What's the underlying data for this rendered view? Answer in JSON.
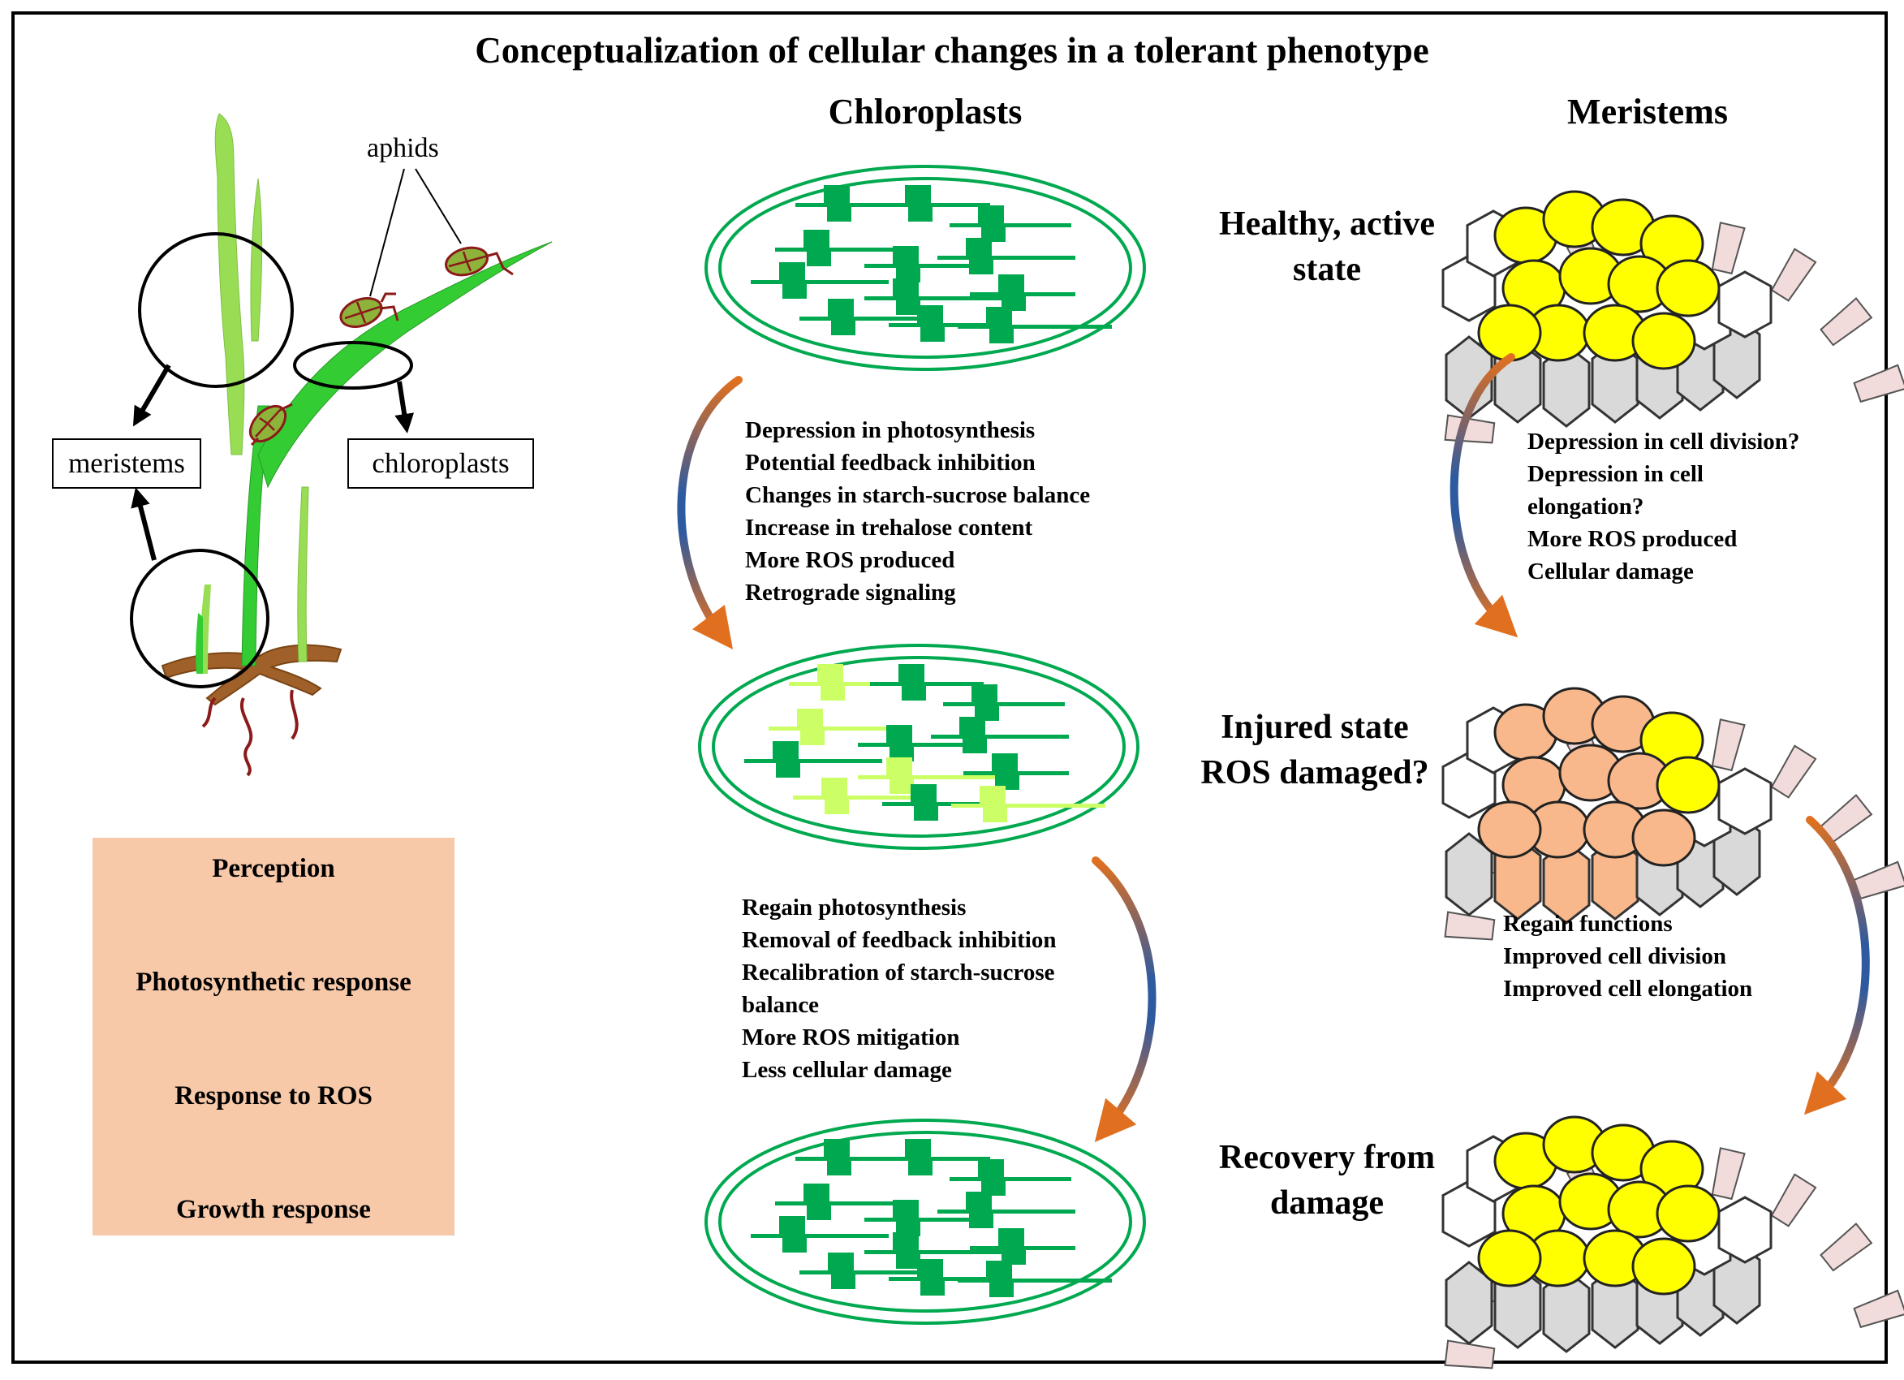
{
  "title": "Conceptualization of cellular changes in a tolerant phenotype",
  "columns": {
    "chloroplasts": "Chloroplasts",
    "meristems": "Meristems"
  },
  "plant": {
    "aphids_label": "aphids",
    "meristems_label": "meristems",
    "chloroplasts_label": "chloroplasts"
  },
  "states": [
    {
      "line1": "Healthy, active",
      "line2": "state"
    },
    {
      "line1": "Injured state",
      "line2": "ROS damaged?"
    },
    {
      "line1": "Recovery from",
      "line2": "damage"
    }
  ],
  "chloroplast_injury": [
    "Depression in photosynthesis",
    "Potential feedback inhibition",
    "Changes in starch-sucrose balance",
    "Increase in trehalose content",
    "More ROS produced",
    "Retrograde signaling"
  ],
  "chloroplast_recovery": [
    "Regain photosynthesis",
    "Removal of feedback inhibition",
    "Recalibration of  starch-sucrose",
    "balance",
    "More ROS mitigation",
    "Less cellular damage"
  ],
  "meristem_injury": [
    "Depression in cell division?",
    "Depression in cell",
    "elongation?",
    "More ROS produced",
    "Cellular damage"
  ],
  "meristem_recovery": [
    "Regain functions",
    "Improved cell division",
    "Improved cell elongation"
  ],
  "flow": [
    "Perception",
    "Photosynthetic response",
    "Response to ROS",
    "Growth response"
  ],
  "colors": {
    "thylakoid": "#00a94f",
    "thylakoid_pale": "#ccff66",
    "leaf": "#33cc33",
    "leaf_pale": "#99dd55",
    "aphid": "#8db33a",
    "aphid_outline": "#8b1a1a",
    "root": "#a0602a",
    "cell_healthy": "#ffff00",
    "cell_damaged": "#f8b88b",
    "cell_white": "#ffffff",
    "cell_gray": "#d9d9d9",
    "cell_cap": "#f2dcdb",
    "arrow_blue": "#2e5aa0",
    "arrow_orange": "#e07020",
    "flow_box": "#f8c9a9"
  }
}
